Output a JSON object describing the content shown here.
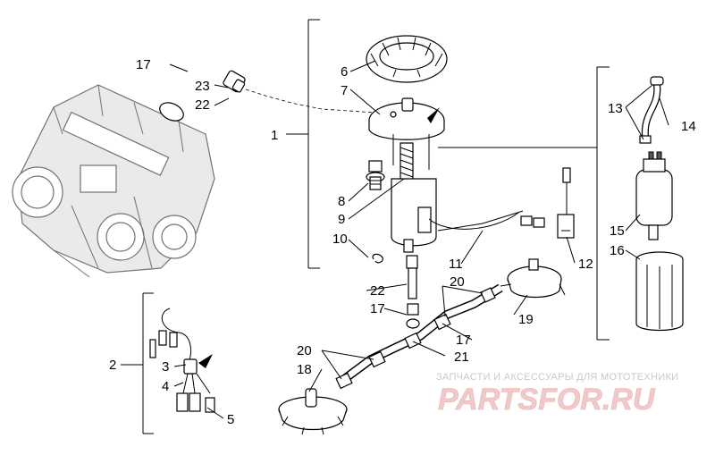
{
  "callouts": {
    "c1": "1",
    "c2": "2",
    "c3": "3",
    "c4": "4",
    "c5": "5",
    "c6": "6",
    "c7": "7",
    "c8": "8",
    "c9": "9",
    "c10": "10",
    "c11": "11",
    "c12": "12",
    "c13": "13",
    "c14": "14",
    "c15": "15",
    "c16": "16",
    "c17a": "17",
    "c17b": "17",
    "c17c": "17",
    "c18": "18",
    "c19": "19",
    "c20a": "20",
    "c20b": "20",
    "c21": "21",
    "c22a": "22",
    "c22b": "22",
    "c23": "23"
  },
  "watermark": {
    "tagline": "ЗАПЧАСТИ И АКСЕССУАРЫ ДЛЯ МОТОТЕХНИКИ",
    "logo": "PARTSFOR.RU"
  }
}
